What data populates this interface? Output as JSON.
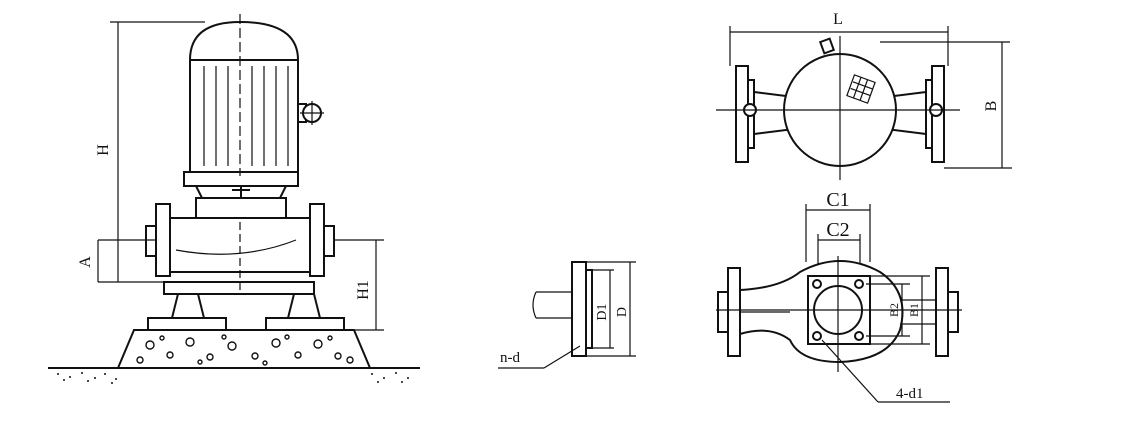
{
  "labels": {
    "H": "H",
    "A": "A",
    "H1": "H1",
    "L": "L",
    "B": "B",
    "C1": "C1",
    "C2": "C2",
    "B1": "B1",
    "B2": "B2",
    "D": "D",
    "D1": "D1",
    "nd": "n-d",
    "hole": "4-d1"
  }
}
